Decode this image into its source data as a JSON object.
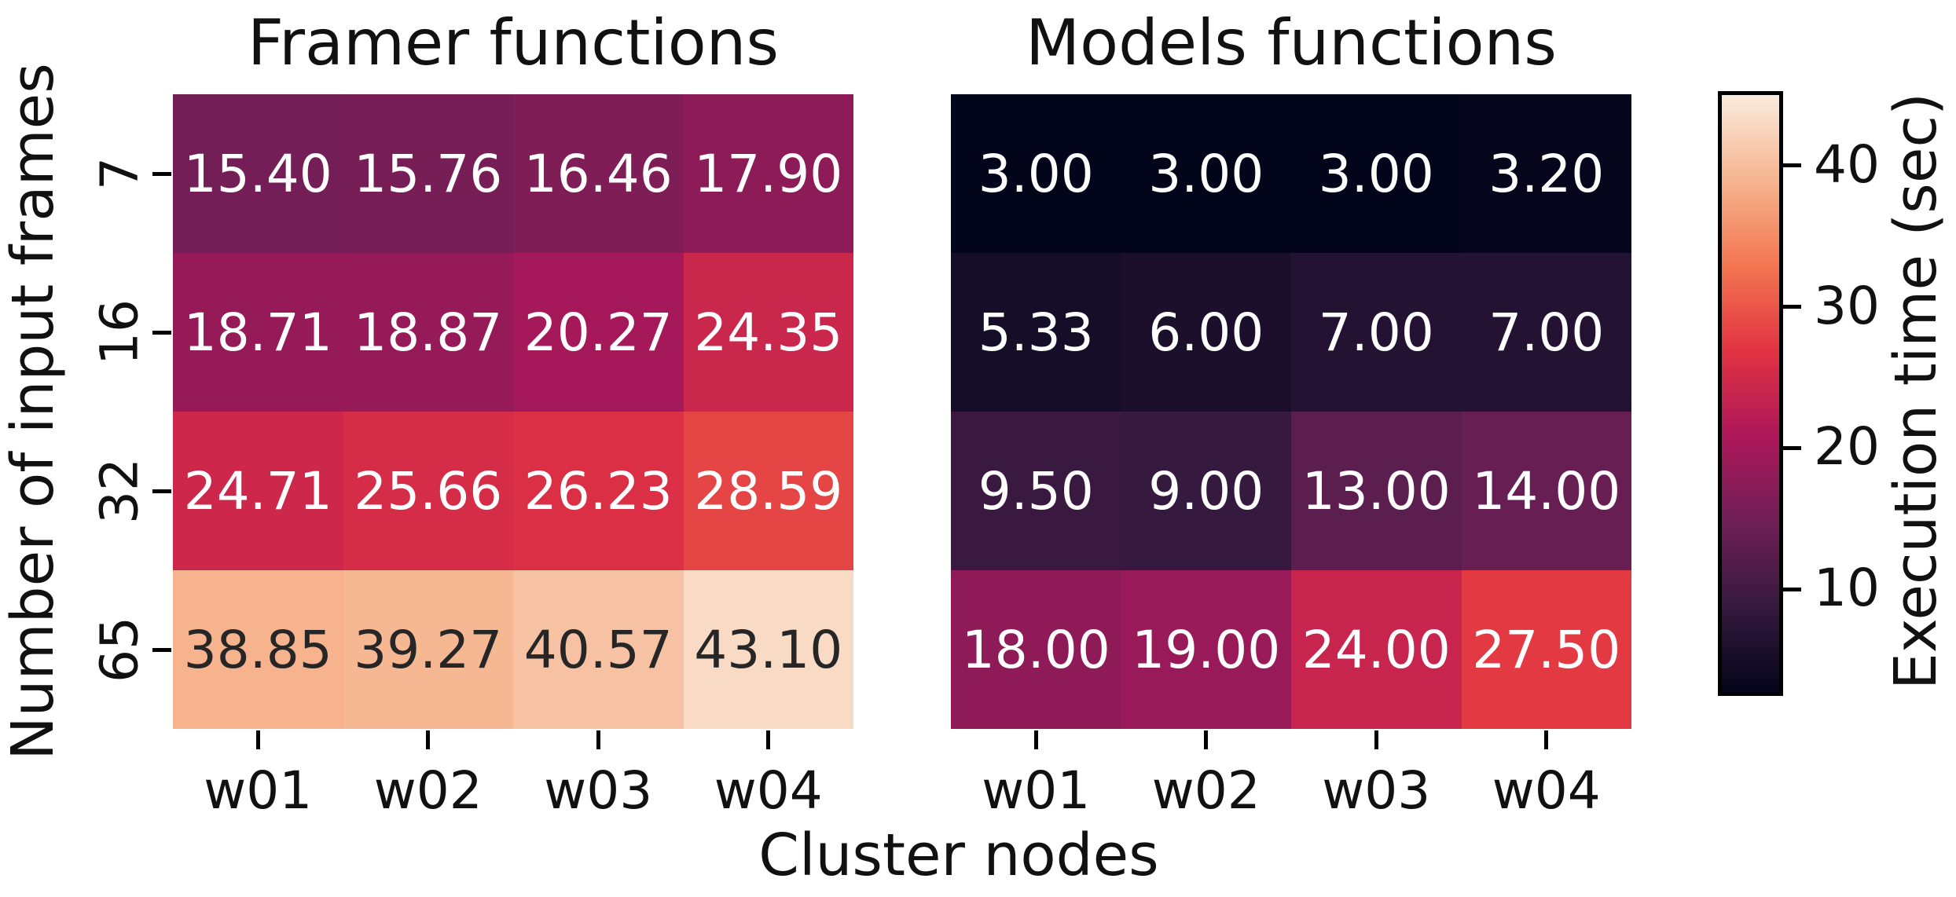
{
  "figure": {
    "background": "#ffffff"
  },
  "chart_data": {
    "type": "heatmap",
    "x_categories": [
      "w01",
      "w02",
      "w03",
      "w04"
    ],
    "y_categories": [
      "7",
      "16",
      "32",
      "65"
    ],
    "xlabel": "Cluster nodes",
    "ylabel": "Number of input frames",
    "annotation_format": "two_decimals",
    "panels": [
      {
        "title": "Framer functions",
        "values": [
          [
            15.4,
            15.76,
            16.46,
            17.9
          ],
          [
            18.71,
            18.87,
            20.27,
            24.35
          ],
          [
            24.71,
            25.66,
            26.23,
            28.59
          ],
          [
            38.85,
            39.27,
            40.57,
            43.1
          ]
        ]
      },
      {
        "title": "Models functions",
        "values": [
          [
            3.0,
            3.0,
            3.0,
            3.2
          ],
          [
            5.33,
            6.0,
            7.0,
            7.0
          ],
          [
            9.5,
            9.0,
            13.0,
            14.0
          ],
          [
            18.0,
            19.0,
            24.0,
            27.5
          ]
        ]
      }
    ],
    "colorbar": {
      "label": "Execution time (sec)",
      "ticks": [
        10,
        20,
        30,
        40
      ],
      "vmin": 3.0,
      "vmax": 45.0,
      "gradient_bottom_to_top": true
    },
    "colormap": {
      "name": "rocket",
      "stops": [
        {
          "t": 0.0,
          "color": "#03051A"
        },
        {
          "t": 0.143,
          "color": "#35193E"
        },
        {
          "t": 0.286,
          "color": "#701F57"
        },
        {
          "t": 0.429,
          "color": "#AD1759"
        },
        {
          "t": 0.571,
          "color": "#E13342"
        },
        {
          "t": 0.714,
          "color": "#F37651"
        },
        {
          "t": 0.857,
          "color": "#F6B48F"
        },
        {
          "t": 1.0,
          "color": "#FAEBDD"
        }
      ]
    },
    "annotation_text_colors": {
      "light": "#FFFFFF",
      "dark": "#262626"
    },
    "layout_hints": {
      "legend_position": "right-colorbar",
      "grid": "off"
    }
  }
}
